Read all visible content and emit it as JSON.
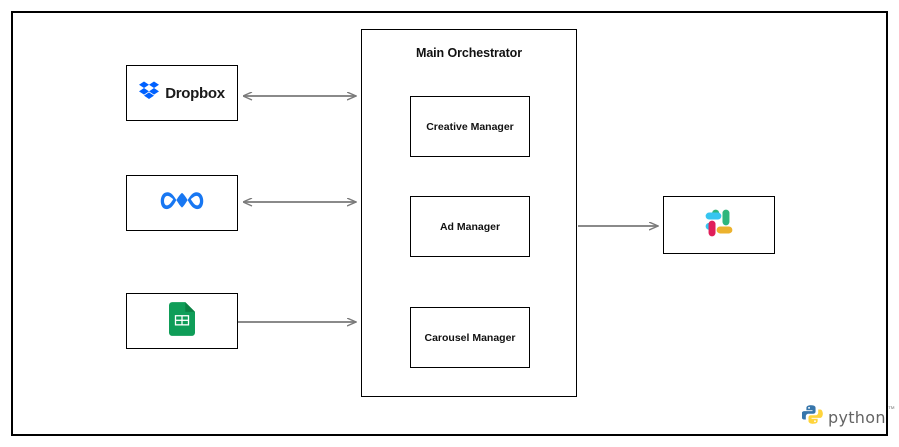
{
  "diagram": {
    "title": "Main Orchestrator",
    "nodes": {
      "dropbox": {
        "label": "Dropbox",
        "icon": "dropbox-icon"
      },
      "meta": {
        "label": "",
        "icon": "meta-icon"
      },
      "sheets": {
        "label": "",
        "icon": "google-sheets-icon"
      },
      "slack": {
        "label": "",
        "icon": "slack-icon"
      }
    },
    "managers": [
      {
        "label": "Creative Manager"
      },
      {
        "label": "Ad Manager"
      },
      {
        "label": "Carousel Manager"
      }
    ],
    "connections": [
      {
        "from": "dropbox",
        "to": "orchestrator",
        "style": "bidirectional"
      },
      {
        "from": "meta",
        "to": "orchestrator",
        "style": "bidirectional"
      },
      {
        "from": "sheets",
        "to": "orchestrator",
        "style": "single"
      },
      {
        "from": "orchestrator",
        "to": "slack",
        "style": "single"
      }
    ],
    "footer": {
      "python_word": "python",
      "python_tm": "™"
    },
    "colors": {
      "dropbox_blue": "#0061FF",
      "meta_blue": "#1877F2",
      "sheets_green": "#0F9D58",
      "slack_cyan": "#36C5F0",
      "slack_green": "#2EB67D",
      "slack_red": "#E01E5A",
      "slack_yellow": "#ECB22E",
      "python_blue": "#3776AB",
      "python_yellow": "#FFD43B",
      "arrow_gray": "#7A7A7A",
      "border_black": "#000000"
    }
  }
}
